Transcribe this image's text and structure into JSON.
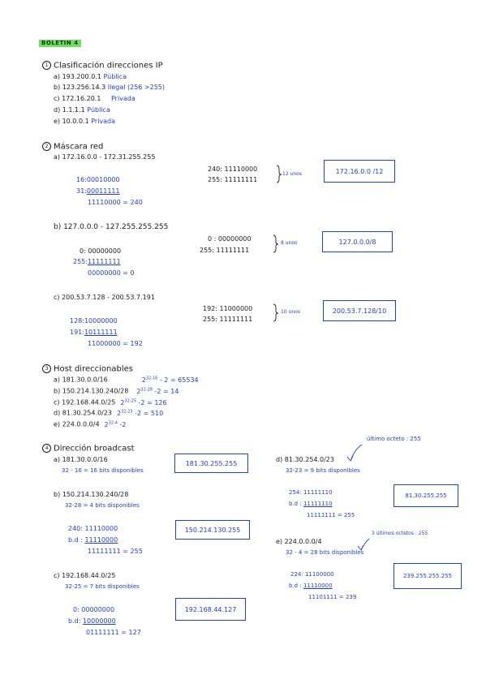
{
  "header": {
    "tag": "BOLETIN 4"
  },
  "s1": {
    "num": "1",
    "title": "Clasificación direcciones IP",
    "items": [
      {
        "k": "a) 193.200.0.1",
        "b": "Pública"
      },
      {
        "k": "b) 123.256.14.3",
        "b": "Ilegal (256 >255)"
      },
      {
        "k": "c) 172.16.20.1",
        "b": "Privada"
      },
      {
        "k": "d) 1.1.1.1",
        "b": "Pública"
      },
      {
        "k": "e) 10.0.0.1",
        "b": "Privada"
      }
    ]
  },
  "s2": {
    "num": "2",
    "title": "Máscara red",
    "a": {
      "head": "a) 172.16.0.0 - 172.31.255.255",
      "l1": "16:00010000",
      "l2p": "31:",
      "l2": "00011111",
      "l3": "11110000 = 240",
      "r1": "240: 11110000",
      "r2": "255: 11111111",
      "note": "12 unos",
      "result": "172.16.0.0 /12"
    },
    "b": {
      "head": "b) 127.0.0.0 - 127.255.255.255",
      "l1": "0: 00000000",
      "l2p": "255:",
      "l2": "11111111",
      "l3": "00000000 = 0",
      "r1": "0 : 00000000",
      "r2": "255: 11111111",
      "note": "8 unos",
      "result": "127.0.0.0/8"
    },
    "c": {
      "head": "c) 200.53.7.128 - 200.53.7.191",
      "l1": "128:10000000",
      "l2p": "191:",
      "l2": "10111111",
      "l3": "11000000 = 192",
      "r1": "192: 11000000",
      "r2": "255: 11111111",
      "note": "10 unos",
      "result": "200.53.7.128/10"
    }
  },
  "s3": {
    "num": "3",
    "title": "Host direccionables",
    "items": [
      {
        "k": "a) 181.30.0.0/16",
        "base": "2",
        "exp": "32-16",
        "rest": "- 2 = 65534"
      },
      {
        "k": "b) 150.214.130.240/28",
        "base": "2",
        "exp": "32-28",
        "rest": "-2 = 14"
      },
      {
        "k": "c) 192.168.44.0/25",
        "base": "2",
        "exp": "32-25",
        "rest": "-2 = 126"
      },
      {
        "k": "d) 81.30.254.0/23",
        "base": "2",
        "exp": "32-23",
        "rest": "-2 = 510"
      },
      {
        "k": "e) 224.0.0.0/4",
        "base": "2",
        "exp": "32-4",
        "rest": "-2"
      }
    ]
  },
  "s4": {
    "num": "4",
    "title": "Dirección broadcast",
    "a": {
      "head": "a) 181.30.0.0/16",
      "sub": "32 - 16 = 16 bits disponibles",
      "result": "181.30.255.255"
    },
    "b": {
      "head": "b) 150.214.130.240/28",
      "sub": "32-28 = 4 bits disponibles",
      "l1": "240: 11110000",
      "l2p": "b.d :",
      "l2": "11110000",
      "l3": "11111111 = 255",
      "result": "150.214.130.255"
    },
    "c": {
      "head": "c) 192.168.44.0/25",
      "sub": "32-25 = 7 bits disponibles",
      "l1": "0: 00000000",
      "l2p": "b.d:",
      "l2": "10000000",
      "l3": "01111111 = 127",
      "result": "192.168.44.127"
    },
    "d": {
      "note": "último octeto : 255",
      "head": "d) 81.30.254.0/23",
      "sub": "32-23 = 9 bits disponibles",
      "l1": "254: 11111110",
      "l2p": "b.d :",
      "l2": "11111110",
      "l3": "11111111 = 255",
      "result": "81.30.255.255"
    },
    "e": {
      "note": "3 últimos octetos : 255",
      "head": "e) 224.0.0.0/4",
      "sub": "32 - 4 = 28 bits disponibles",
      "l1": "224: 11100000",
      "l2p": "b.d :",
      "l2": "11110000",
      "l3": "11101111 = 239",
      "result": "239.255.255.255"
    }
  }
}
